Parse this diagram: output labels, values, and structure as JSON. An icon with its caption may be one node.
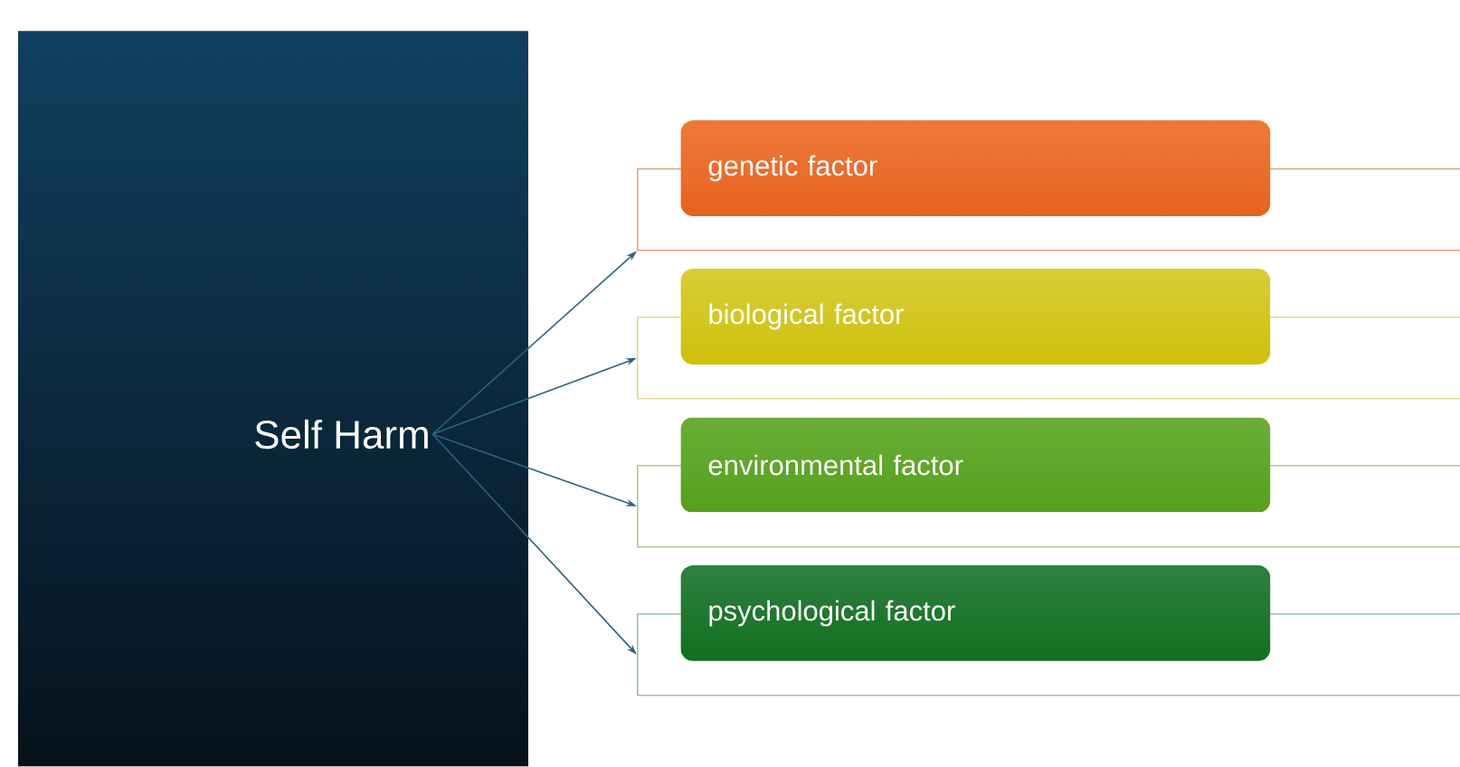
{
  "diagram": {
    "nodes": [
      {
        "text": [
          "Self Harm"
        ]
      },
      {
        "text": [],
        "shape": "box"
      },
      {
        "text": [
          "genetic factor"
        ],
        "in": 1
      },
      {
        "text": [],
        "shape": "box"
      },
      {
        "text": [
          "biological factor"
        ],
        "in": 3
      },
      {
        "text": [],
        "shape": "box"
      },
      {
        "text": [
          "environmental factor"
        ],
        "in": 5
      },
      {
        "text": [],
        "shape": "box"
      },
      {
        "text": [
          "psychological factor"
        ],
        "in": 7
      }
    ],
    "edges": [
      {
        "from": 0,
        "to": 1,
        "arrow": "to"
      },
      {
        "from": 0,
        "to": 3,
        "arrow": "to"
      },
      {
        "from": 0,
        "to": 5,
        "arrow": "to"
      },
      {
        "from": 0,
        "to": 7,
        "arrow": "to"
      }
    ]
  }
}
